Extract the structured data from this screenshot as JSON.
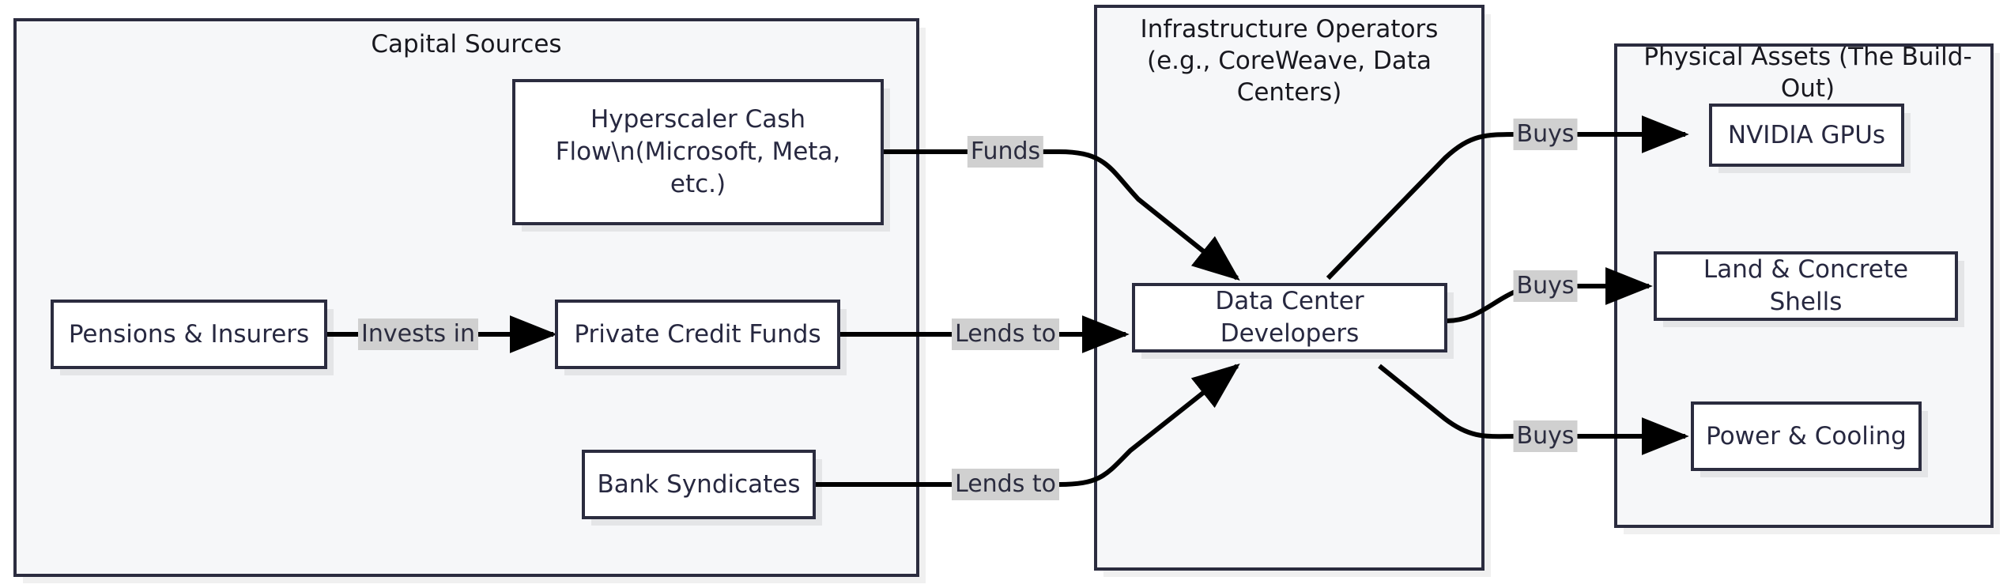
{
  "diagram": {
    "type": "flowchart",
    "direction": "left-to-right",
    "background": "#ffffff",
    "colors": {
      "node_border": "#2b2c3f",
      "node_fill": "#ffffff",
      "cluster_fill": "#f6f7f9",
      "cluster_border": "#2b2c3f",
      "edge_stroke": "#000000",
      "edge_label_bg": "#d0d0d0",
      "text": "#272840"
    }
  },
  "clusters": [
    {
      "id": "capital-sources",
      "title": "Capital Sources"
    },
    {
      "id": "infrastructure-operators",
      "title": "Infrastructure Operators\n(e.g., CoreWeave, Data\nCenters)"
    },
    {
      "id": "physical-assets",
      "title": "Physical Assets (The Build-\nOut)"
    }
  ],
  "nodes": [
    {
      "id": "hyperscaler-cash-flow",
      "label": "Hyperscaler Cash\nFlow\\n(Microsoft, Meta,\netc.)",
      "cluster": "capital-sources"
    },
    {
      "id": "pensions-insurers",
      "label": "Pensions & Insurers",
      "cluster": "capital-sources"
    },
    {
      "id": "private-credit-funds",
      "label": "Private Credit Funds",
      "cluster": "capital-sources"
    },
    {
      "id": "bank-syndicates",
      "label": "Bank Syndicates",
      "cluster": "capital-sources"
    },
    {
      "id": "data-center-developers",
      "label": "Data Center Developers",
      "cluster": "infrastructure-operators"
    },
    {
      "id": "nvidia-gpus",
      "label": "NVIDIA GPUs",
      "cluster": "physical-assets"
    },
    {
      "id": "land-concrete-shells",
      "label": "Land & Concrete Shells",
      "cluster": "physical-assets"
    },
    {
      "id": "power-cooling",
      "label": "Power & Cooling",
      "cluster": "physical-assets"
    }
  ],
  "edges": [
    {
      "id": "e-hyperscaler-dcd",
      "from": "hyperscaler-cash-flow",
      "to": "data-center-developers",
      "label": "Funds"
    },
    {
      "id": "e-pensions-pcf",
      "from": "pensions-insurers",
      "to": "private-credit-funds",
      "label": "Invests in"
    },
    {
      "id": "e-pcf-dcd",
      "from": "private-credit-funds",
      "to": "data-center-developers",
      "label": "Lends to"
    },
    {
      "id": "e-banks-dcd",
      "from": "bank-syndicates",
      "to": "data-center-developers",
      "label": "Lends to"
    },
    {
      "id": "e-dcd-gpus",
      "from": "data-center-developers",
      "to": "nvidia-gpus",
      "label": "Buys"
    },
    {
      "id": "e-dcd-land",
      "from": "data-center-developers",
      "to": "land-concrete-shells",
      "label": "Buys"
    },
    {
      "id": "e-dcd-power",
      "from": "data-center-developers",
      "to": "power-cooling",
      "label": "Buys"
    }
  ]
}
